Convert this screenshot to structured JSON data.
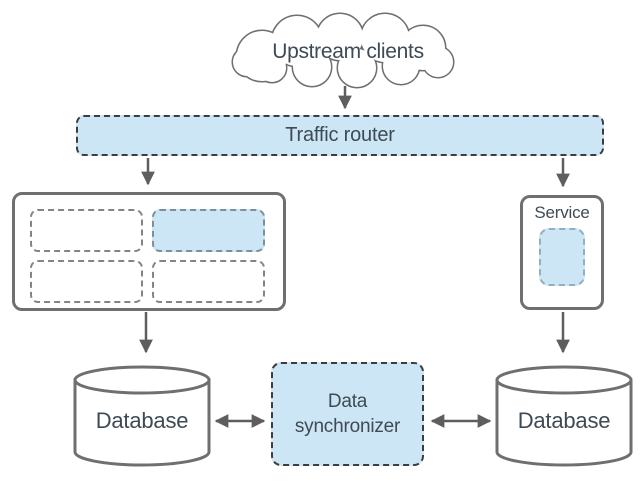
{
  "diagram": {
    "cloud": {
      "label": "Upstream clients"
    },
    "router": {
      "label": "Traffic router"
    },
    "service": {
      "label": "Service"
    },
    "synchronizer": {
      "label": "Data synchronizer"
    },
    "left_database": {
      "label": "Database"
    },
    "right_database": {
      "label": "Database"
    },
    "colors": {
      "fill_blue": "#cde6f5",
      "solid_border_gray": "#6f6f6f",
      "dash_dark": "#3d3d3d",
      "dash_gray": "#848484",
      "dash_blue_gray": "#93aebf",
      "arrow_gray": "#5e5e5e",
      "text": "#3e4a54"
    }
  }
}
